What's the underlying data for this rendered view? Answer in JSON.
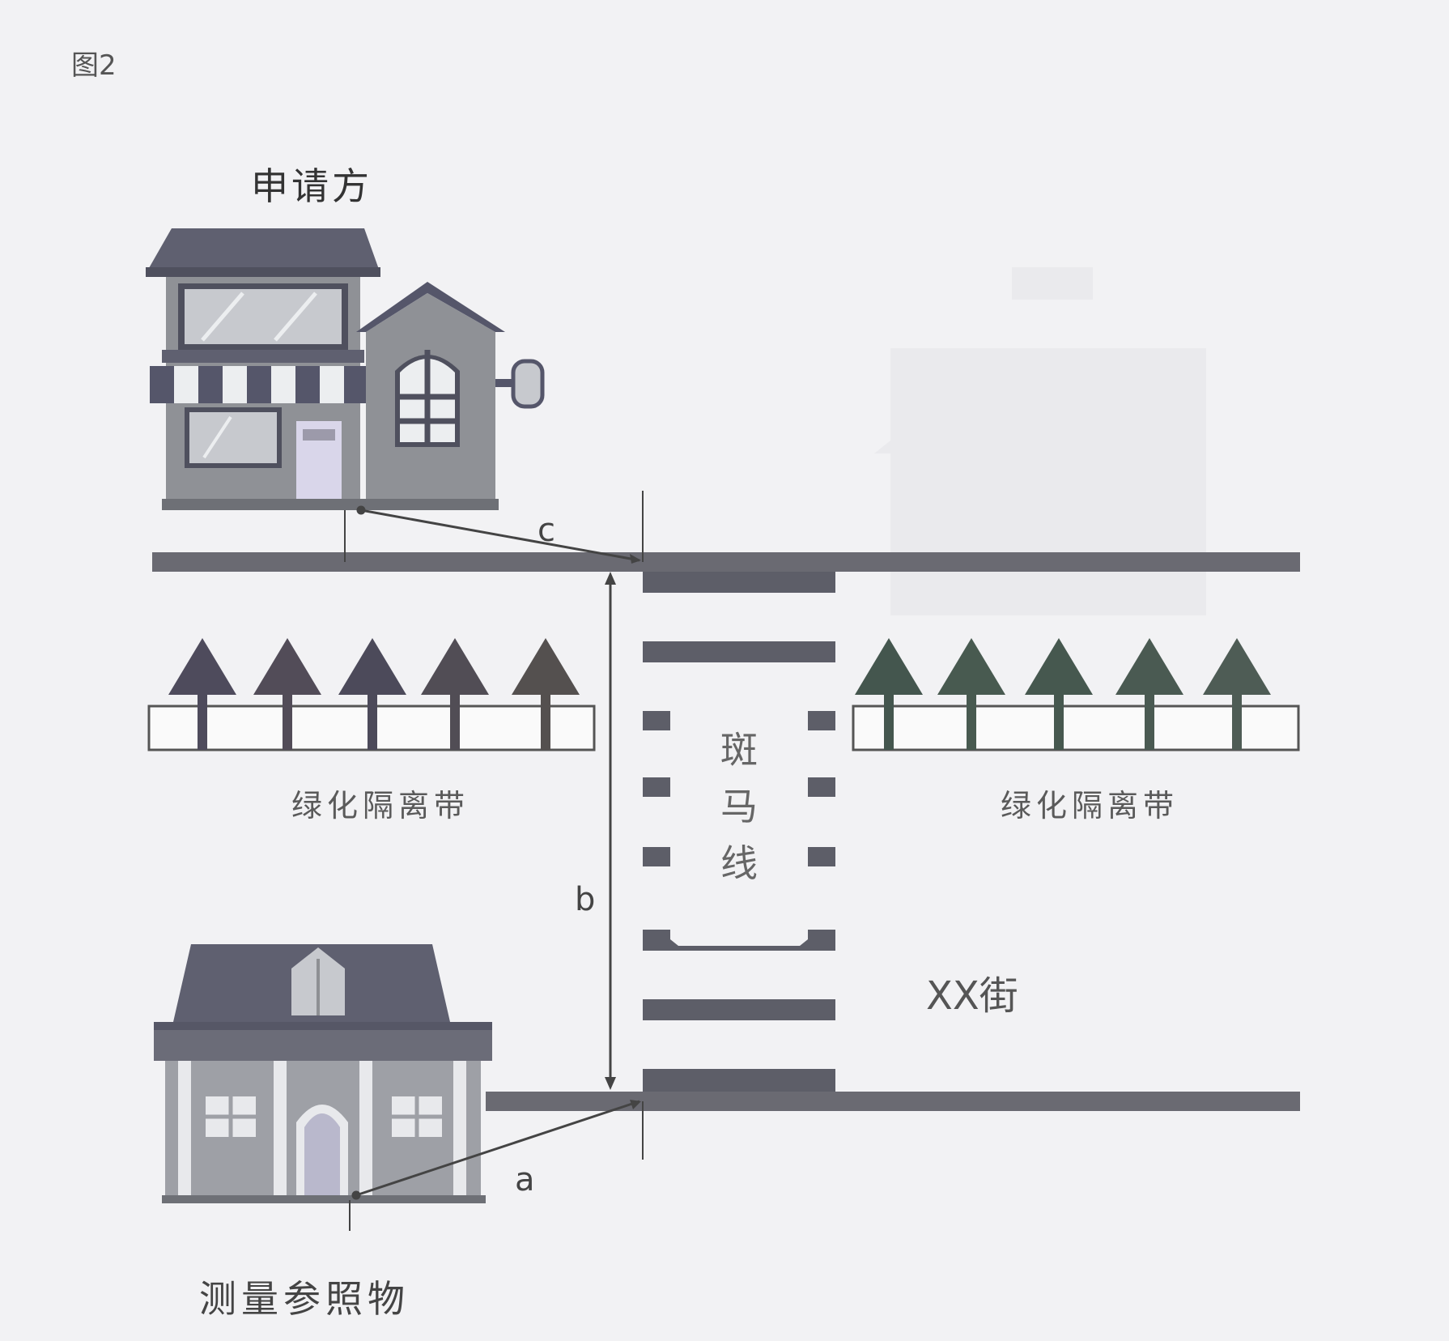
{
  "figure_label": "图2",
  "labels": {
    "applicant": "申请方",
    "reference": "测量参照物",
    "green_belt_left": "绿化隔离带",
    "green_belt_right": "绿化隔离带",
    "crosswalk_chars": [
      "斑",
      "马",
      "线"
    ],
    "street": "XX街",
    "dist_a": "a",
    "dist_b": "b",
    "dist_c": "c"
  },
  "colors": {
    "background": "#f2f2f4",
    "road": "#6a6a72",
    "roof": "#5e5f6e",
    "wall": "#8e9094",
    "tree_left": "#4e4b5c",
    "tree_right": "#4a5a52",
    "ink": "#333333"
  }
}
